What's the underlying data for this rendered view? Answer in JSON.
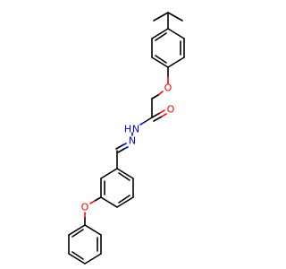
{
  "molecule": {
    "atoms": {
      "o_ether_top": {
        "text": "O",
        "color": "#ff0000"
      },
      "o_carbonyl": {
        "text": "O",
        "color": "#ff0000"
      },
      "n_amide": {
        "text": "N",
        "color": "#0000ff"
      },
      "h_amide": {
        "text": "H",
        "color": "#0000ff"
      },
      "n_imine": {
        "text": "N",
        "color": "#0000ff"
      },
      "o_ether_bottom": {
        "text": "O",
        "color": "#ff0000"
      }
    },
    "colors": {
      "bond": "#000000",
      "oxygen": "#ff0000",
      "nitrogen": "#0000ff",
      "background": "#ffffff"
    }
  }
}
